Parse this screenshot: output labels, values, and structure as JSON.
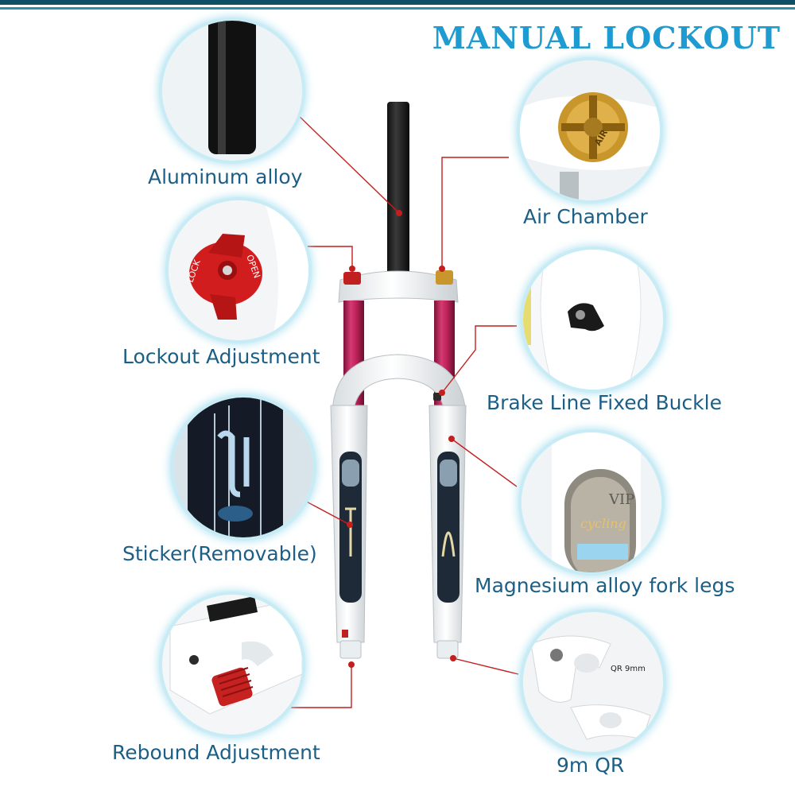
{
  "title": "MANUAL LOCKOUT",
  "labels": {
    "aluminum": "Aluminum alloy",
    "lockout": "Lockout Adjustment",
    "sticker": "Sticker(Removable)",
    "rebound": "Rebound Adjustment",
    "air": "Air Chamber",
    "brake": "Brake Line Fixed Buckle",
    "magnesium": "Magnesium alloy fork legs",
    "qr": "9m QR"
  },
  "detail_text": {
    "air_cap": "AIR",
    "lock_dial_left": "LOCK",
    "lock_dial_right": "OPEN",
    "qr_spec": "QR 9mm",
    "sticker_brand": "VIP",
    "sticker_sub": "cycling"
  },
  "colors": {
    "accent": "#1e9bd0",
    "label": "#1c5f86",
    "leader": "#c41e1e",
    "stanchion": "#c0245a",
    "halo": "#c7ecf5"
  }
}
